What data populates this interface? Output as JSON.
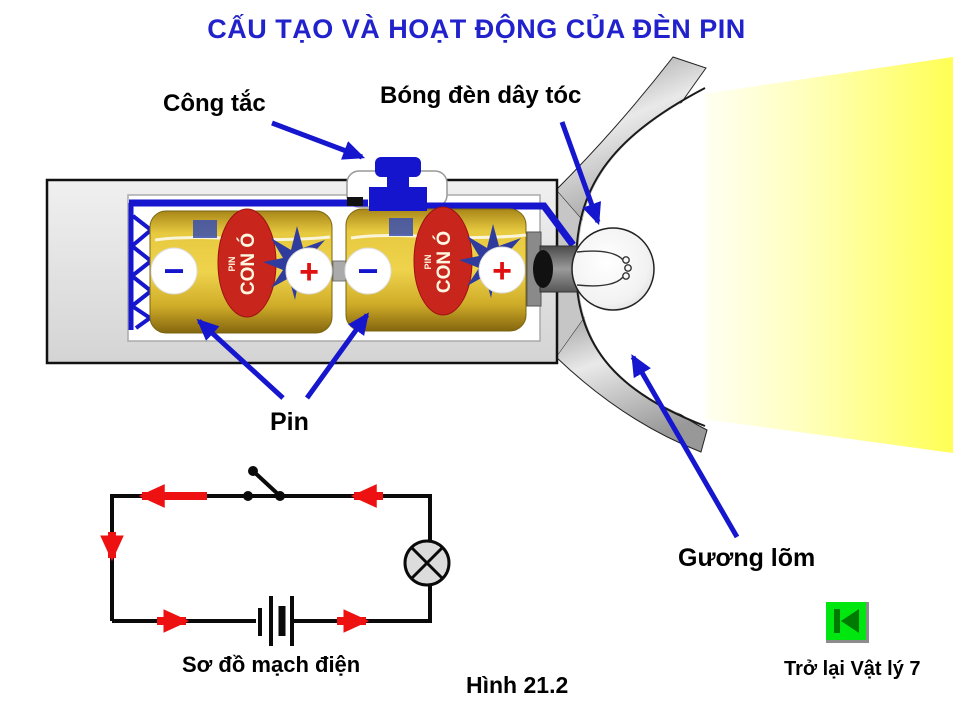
{
  "slide": {
    "title": "CẤU TẠO VÀ HOẠT ĐỘNG CỦA ĐÈN PIN",
    "figure_caption": "Hình 21.2"
  },
  "labels": {
    "switch": "Công tắc",
    "filament_bulb": "Bóng đèn dây tóc",
    "battery": "Pin",
    "concave_mirror": "Gương lõm",
    "circuit_diagram": "Sơ đồ mạch điện"
  },
  "battery": {
    "brand": "CON Ó",
    "brand_sub": "PIN",
    "negative_sign": "−",
    "positive_sign": "+"
  },
  "nav": {
    "back_label": "Trở lại Vật lý 7",
    "back_button_icon": "skip-back-icon"
  },
  "colors": {
    "title_blue": "#2222CC",
    "wire_blue": "#1616CE",
    "pointer_arrow_blue": "#1616CE",
    "current_arrow_red": "#EE1111",
    "beam_yellow": "#FFFF55",
    "battery_yellow": "#E6C93F",
    "battery_label_red": "#C8251D",
    "eagle_blue": "#2F3C9E",
    "button_green": "#00E60F",
    "button_icon_green": "#007A00"
  }
}
